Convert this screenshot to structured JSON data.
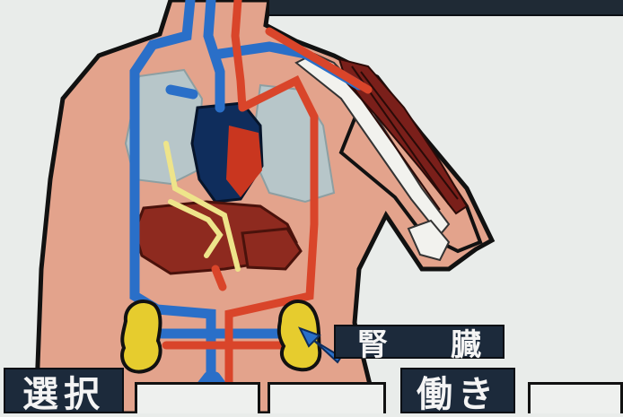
{
  "screen": {
    "organ_label": "腎　臓",
    "select_label": "選択",
    "function_label": "働き",
    "input_slots": [
      "",
      "",
      ""
    ]
  },
  "colors": {
    "artery": "#d9452a",
    "vein": "#2a6fc8",
    "skin": "#e3a38c",
    "organ": "#8e2a1f",
    "kidney": "#e6cc2e",
    "nerve": "#eee48a",
    "lung": "#b7c6c9",
    "muscle": "#7a1f1a",
    "ui_box": "#1c2a3b"
  },
  "icons": [
    "arrow-icon"
  ]
}
